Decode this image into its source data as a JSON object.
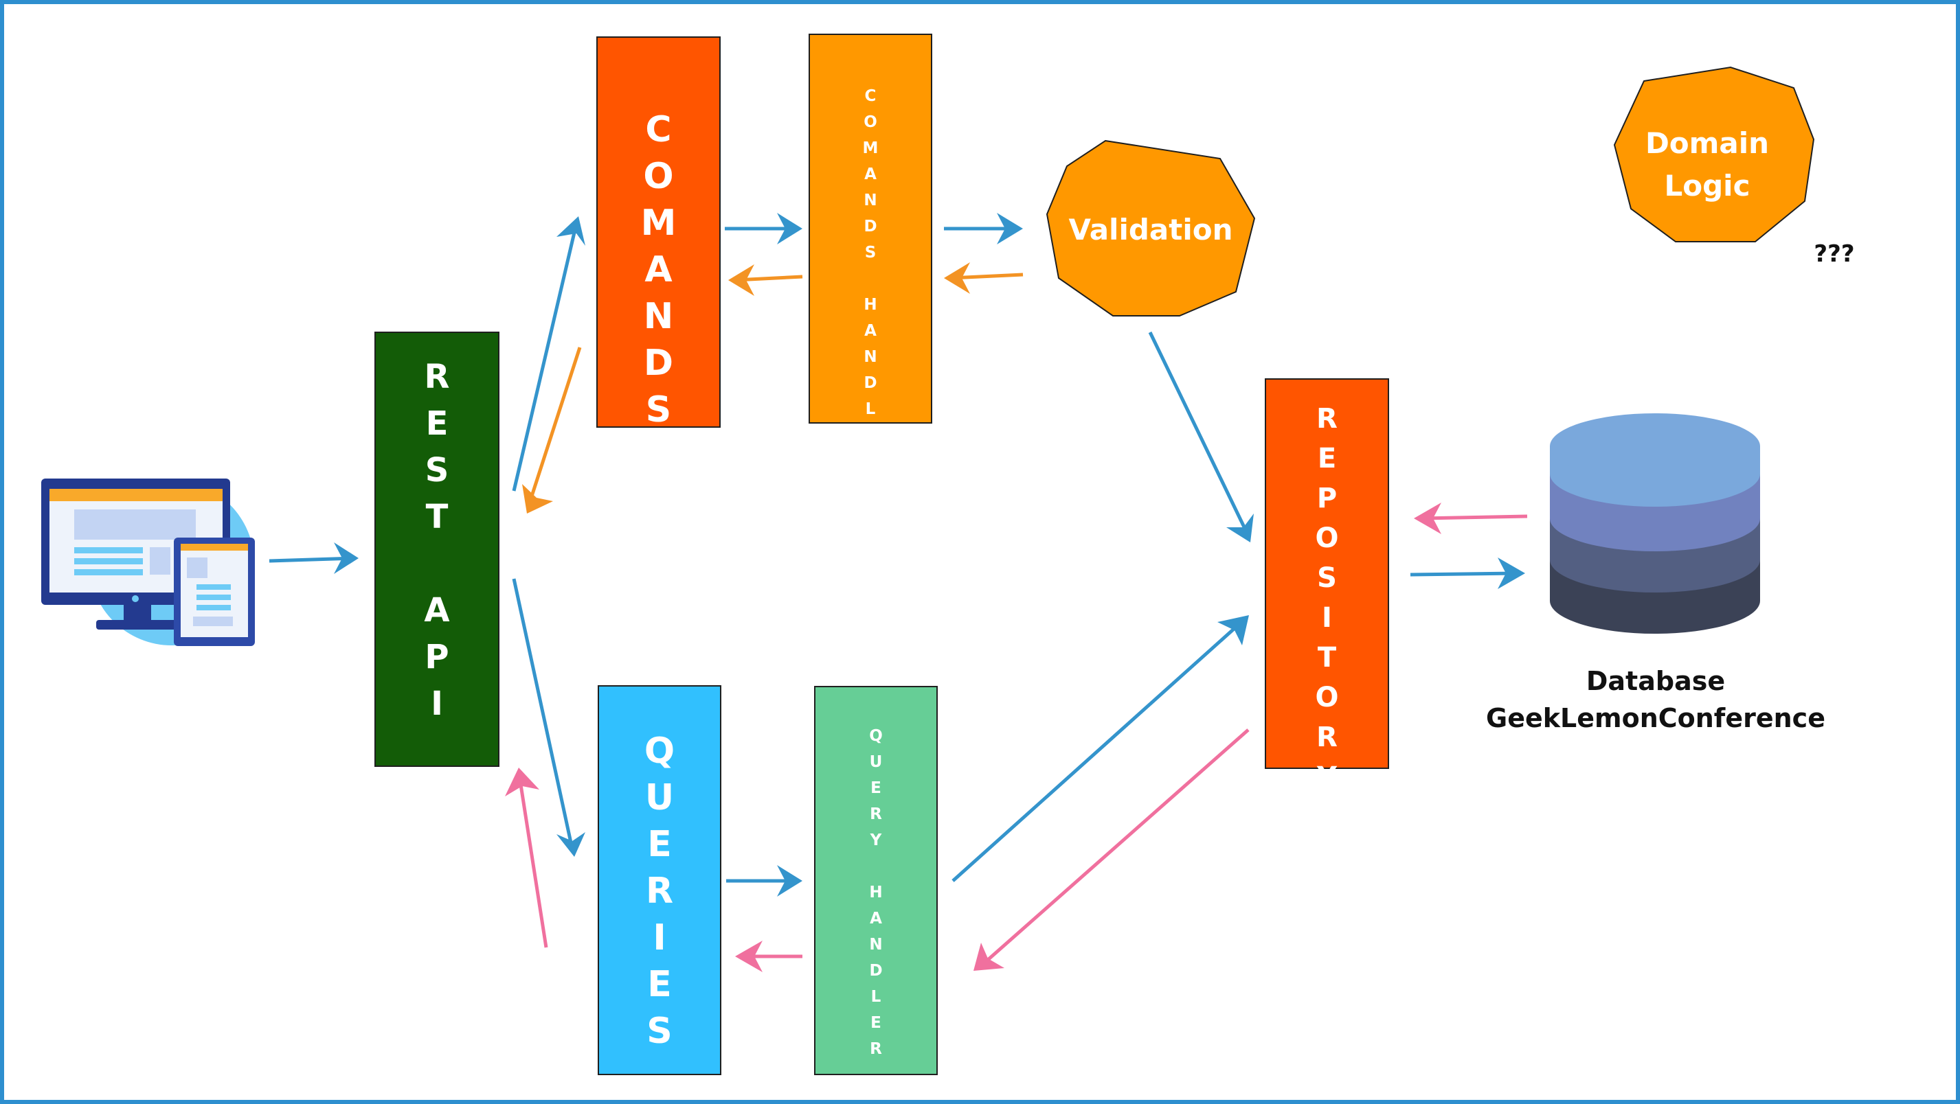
{
  "boxes": {
    "rest_api": "R\nE\nS\nT\n\nA\nP\nI",
    "commands": "C\nO\nM\nA\nN\nD\nS",
    "commands_handler": "C\nO\nM\nA\nN\nD\nS\n\nH\nA\nN\nD\nL\nE\nR",
    "queries": "Q\nU\nE\nR\nI\nE\nS",
    "query_handler": "Q\nU\nE\nR\nY\n\nH\nA\nN\nD\nL\nE\nR",
    "repository": "R\nE\nP\nO\nS\nI\nT\nO\nR\nY"
  },
  "validation": "Validation",
  "domain_logic": "Domain\nLogic",
  "question_marks": "???",
  "database": {
    "line1": "Database",
    "line2": "GeekLemonConference"
  },
  "colors": {
    "rest_api": "#135c07",
    "commands": "#ff5500",
    "commands_handler": "#ff9800",
    "queries": "#31c0fe",
    "query_handler": "#66ce96",
    "repository": "#ff5500",
    "validation": "#ff9800",
    "domain_logic": "#ff9800",
    "arrow_blue": "#3494cc",
    "arrow_orange": "#f39324",
    "arrow_pink": "#f0709e",
    "frame": "#2e8fcf"
  }
}
